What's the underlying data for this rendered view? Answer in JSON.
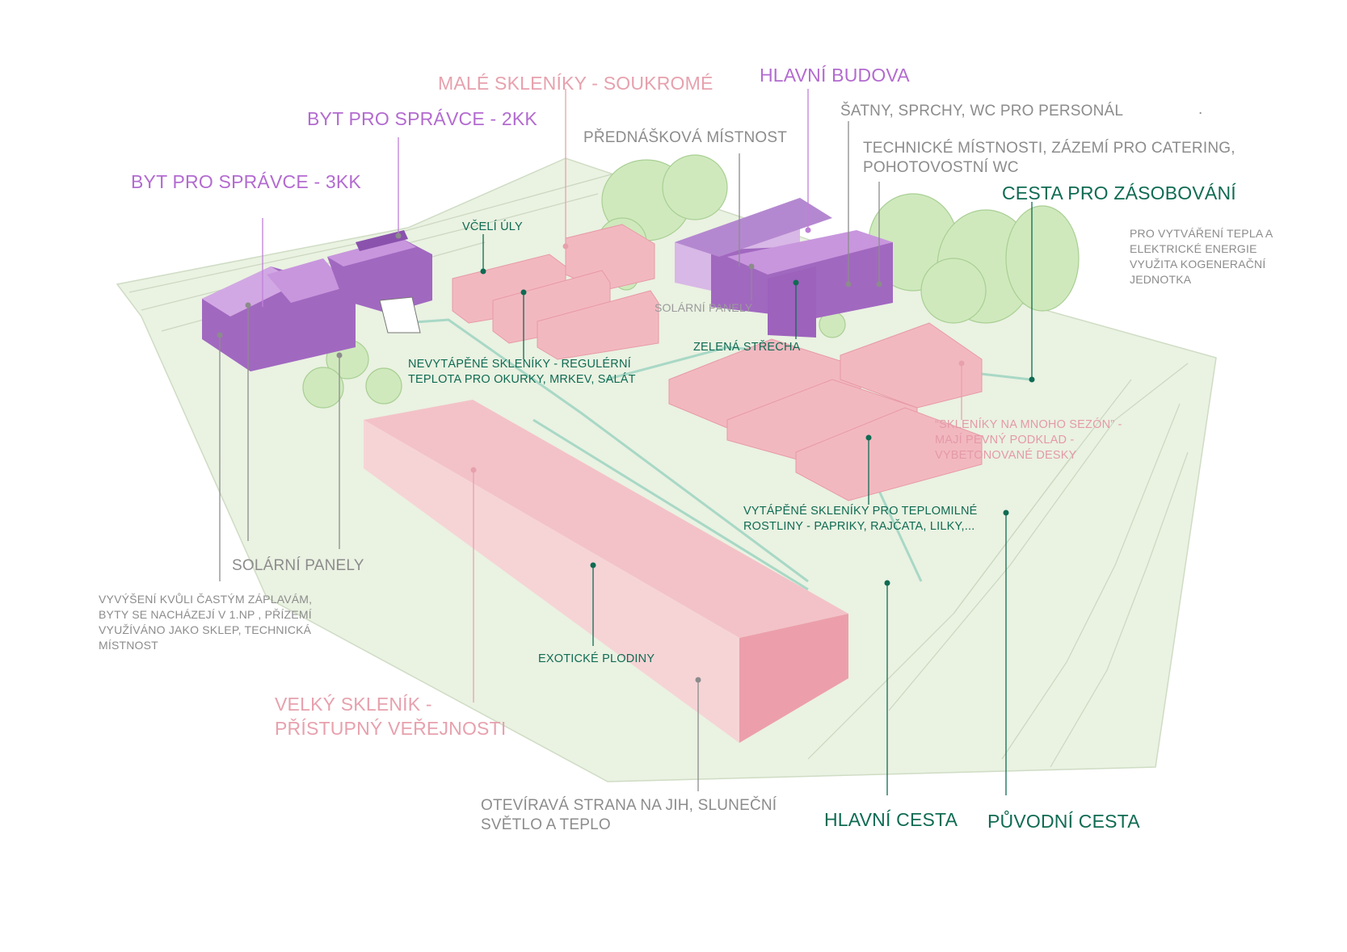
{
  "colors": {
    "purple": "#b36bd0",
    "pink": "#e7a1ad",
    "green": "#0f6b53",
    "gray": "#8c8c8c",
    "ground": "#eaf2e2",
    "greenhouse": "#f2b8c0",
    "building": "#a671c4",
    "tree": "#c8e6b2"
  },
  "labels": {
    "byt_3kk": "BYT PRO SPRÁVCE - 3KK",
    "byt_2kk": "BYT PRO SPRÁVCE - 2KK",
    "male_skleniky": "MALÉ SKLENÍKY - SOUKROMÉ",
    "hlavni_budova": "HLAVNÍ BUDOVA",
    "satny": "ŠATNY, SPRCHY, WC PRO PERSONÁL",
    "dot_mark": ".",
    "prednaskova": "PŘEDNÁŠKOVÁ MÍSTNOST",
    "technicke": "TECHNICKÉ MÍSTNOSTI, ZÁZEMÍ PRO CATERING,\nPOHOTOVOSTNÍ WC",
    "cesta_zasobovani": "CESTA PRO ZÁSOBOVÁNÍ",
    "kogenerace": "PRO VYTVÁŘENÍ TEPLA A\nELEKTRICKÉ ENERGIE\nVYUŽITA KOGENERAČNÍ\nJEDNOTKA",
    "vceli_uly": "VČELÍ ÚLY",
    "solarni_panely_center": "SOLÁRNÍ PANELY",
    "nevytapene": "NEVYTÁPĚNÉ SKLENÍKY - REGULÉRNÍ\nTEPLOTA PRO OKURKY, MRKEV, SALÁT",
    "zelena_strecha": "ZELENÁ STŘECHA",
    "skleniky_mnoho": "“SKLENÍKY NA MNOHO SEZÓN” -\nMAJÍ PEVNÝ PODKLAD -\nVYBETONOVANÉ DESKY",
    "vytapene": "VYTÁPĚNÉ SKLENÍKY PRO TEPLOMILNÉ\nROSTLINY - PAPRIKY, RAJČATA, LILKY,...",
    "solarni_panely_left": "SOLÁRNÍ PANELY",
    "vyvyseni": "VYVÝŠENÍ KVŮLI ČASTÝM ZÁPLAVÁM,\nBYTY SE NACHÁZEJÍ V 1.NP , PŘÍZEMÍ\nVYUŽÍVÁNO JAKO SKLEP, TECHNICKÁ\nMÍSTNOST",
    "exoticke": "EXOTICKÉ PLODINY",
    "velky_sklenik": "VELKÝ SKLENÍK -\nPŘÍSTUPNÝ VEŘEJNOSTI",
    "oteviraва": "OTEVÍRAVÁ STRANA NA JIH, SLUNEČNÍ\nSVĚTLO A TEPLO",
    "hlavni_cesta": "HLAVNÍ CESTA",
    "puvodni_cesta": "PŮVODNÍ CESTA"
  }
}
